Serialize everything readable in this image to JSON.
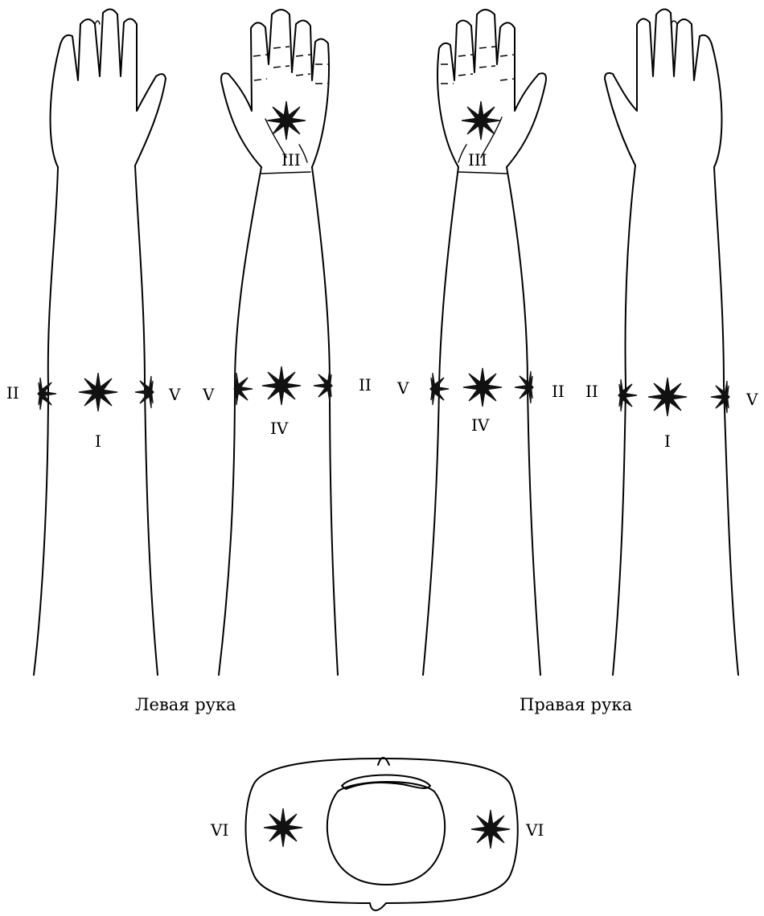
{
  "captions": {
    "left_arm": "Левая рука",
    "right_arm": "Правая рука"
  },
  "points": {
    "I": "I",
    "II": "II",
    "III": "III",
    "IV": "IV",
    "V": "V",
    "VI": "VI"
  },
  "colors": {
    "line": "#000000",
    "marker": "#111111",
    "background": "#ffffff"
  }
}
